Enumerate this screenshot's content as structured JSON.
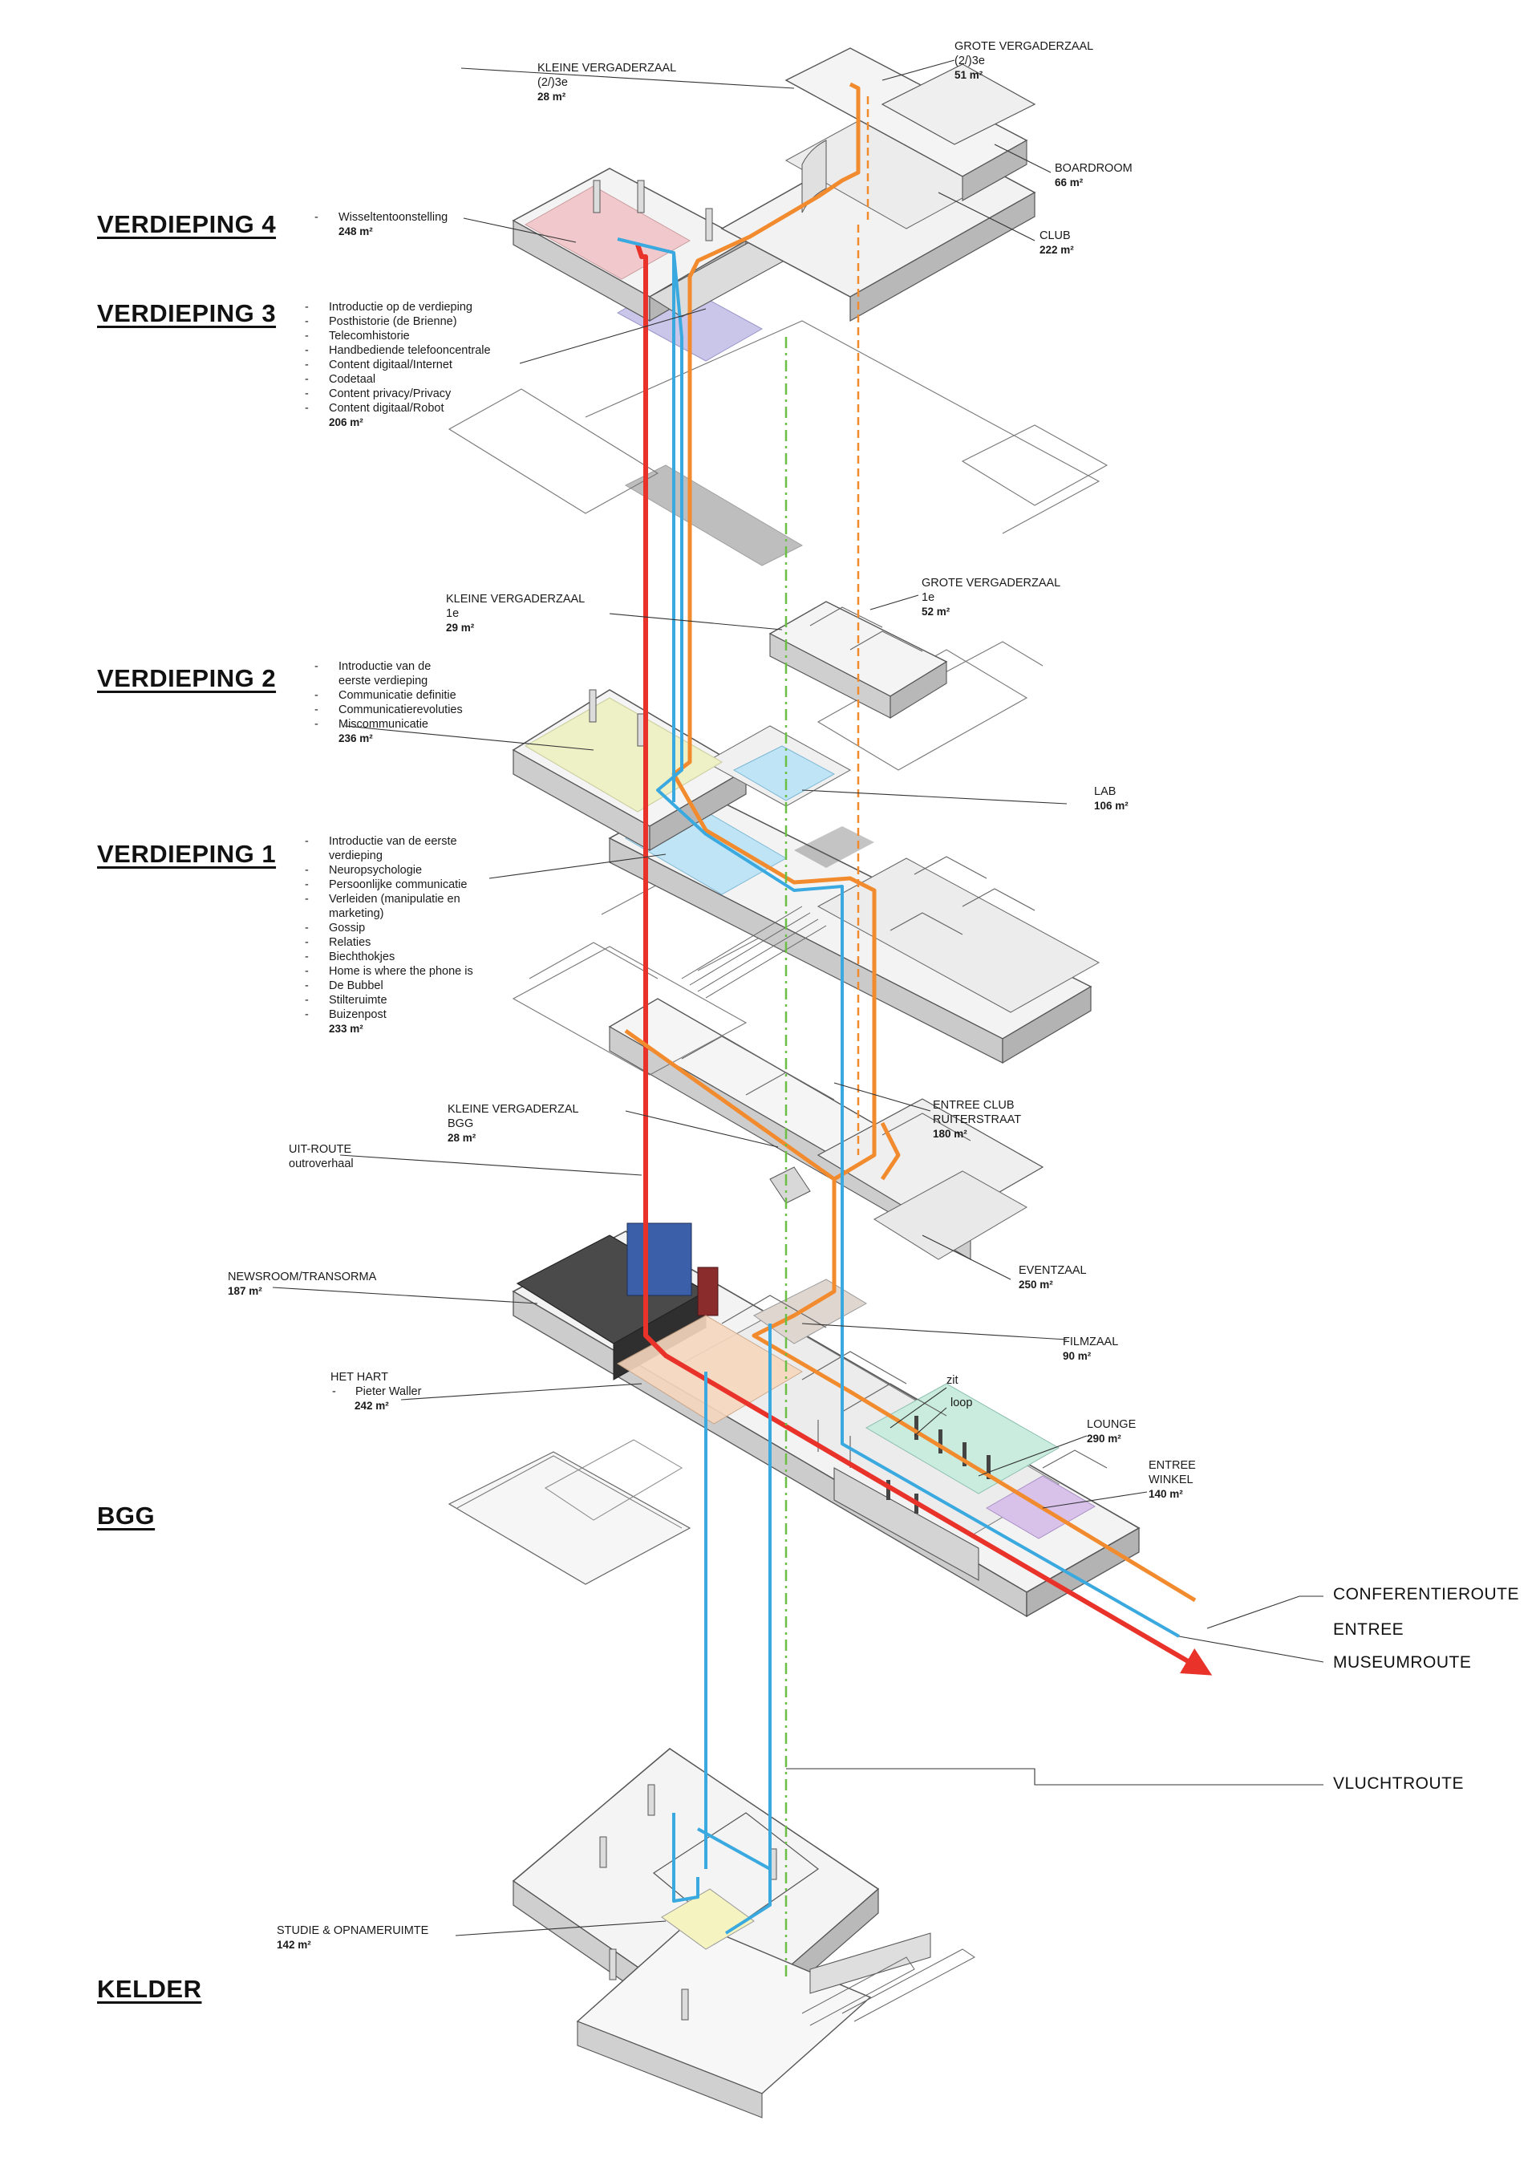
{
  "floors": {
    "v4": "VERDIEPING 4",
    "v3": "VERDIEPING 3",
    "v2": "VERDIEPING 2",
    "v1": "VERDIEPING 1",
    "bgg": "BGG",
    "kelder": "KELDER "
  },
  "rooms": {
    "kleine_vergaderzaal_3e": {
      "name": "KLEINE VERGADERZAAL",
      "sub": "(2/)3e",
      "area": "28 m²"
    },
    "grote_vergaderzaal_3e": {
      "name": "GROTE VERGADERZAAL",
      "sub": "(2/)3e",
      "area": "51 m²"
    },
    "boardroom": {
      "name": "BOARDROOM",
      "area": "66 m²"
    },
    "club": {
      "name": "CLUB",
      "area": "222 m²"
    },
    "kleine_vergaderzaal_1e": {
      "name": "KLEINE VERGADERZAAL",
      "sub": "1e",
      "area": "29 m²"
    },
    "grote_vergaderzaal_1e": {
      "name": "GROTE VERGADERZAAL",
      "sub": "1e",
      "area": "52 m²"
    },
    "lab": {
      "name": "LAB",
      "area": "106 m²"
    },
    "kleine_vergaderzaal_bgg": {
      "name": "KLEINE VERGADERZAL",
      "sub": "BGG",
      "area": "28 m²"
    },
    "entree_club": {
      "name": "ENTREE CLUB",
      "sub": "RUITERSTRAAT",
      "area": "180 m²"
    },
    "uit_route": {
      "name": "UIT-ROUTE",
      "sub": "outroverhaal"
    },
    "eventzaal": {
      "name": "EVENTZAAL",
      "area": "250 m²"
    },
    "newsroom": {
      "name": "NEWSROOM/TRANSORMA",
      "area": "187 m²"
    },
    "filmzaal": {
      "name": "FILMZAAL",
      "area": "90 m²"
    },
    "het_hart": {
      "name": "HET HART",
      "bullet": "Pieter Waller",
      "area": "242 m²"
    },
    "lounge": {
      "name": "LOUNGE",
      "area": "290 m²"
    },
    "zit": "zit",
    "loop": "loop",
    "entree_winkel": {
      "name": "ENTREE",
      "sub": "WINKEL",
      "area": "140 m²"
    },
    "studie": {
      "name": "STUDIE & OPNAMERUIMTE",
      "area": "142 m²"
    }
  },
  "exhibits": {
    "v4": {
      "items": [
        "Wisseltentoonstelling"
      ],
      "area": "248 m²"
    },
    "v3": {
      "items": [
        "Introductie op de verdieping",
        "Posthistorie (de Brienne)",
        "Telecomhistorie",
        "Handbediende telefooncentrale",
        "Content digitaal/Internet",
        "Codetaal",
        "Content privacy/Privacy",
        "Content digitaal/Robot"
      ],
      "area": "206 m²"
    },
    "v2": {
      "items": [
        "Introductie van de",
        "eerste verdieping",
        "Communicatie definitie",
        "Communicatierevoluties",
        "Miscommunicatie"
      ],
      "area": "236 m²"
    },
    "v1": {
      "items": [
        "Introductie van de eerste",
        "verdieping",
        "Neuropsychologie",
        "Persoonlijke communicatie",
        "Verleiden (manipulatie en",
        "marketing)",
        "Gossip",
        "Relaties",
        "Biechthokjes",
        "Home is where the phone is",
        "De Bubbel",
        "Stilteruimte",
        "Buizenpost"
      ],
      "area": "233 m²"
    }
  },
  "routes": {
    "conferentie": "CONFERENTIEROUTE",
    "entree": "ENTREE",
    "museum": "MUSEUMROUTE",
    "vlucht": "VLUCHTROUTE"
  },
  "colors": {
    "museum_route": "#e8322a",
    "conference_route": "#f28a2e",
    "blue_route": "#3aa9e0",
    "escape_route": "#6cbf45",
    "wall": "#c9c9c9",
    "wall_dark": "#a8a8a8",
    "floor": "#efefef",
    "zone_pink": "#f1c9cc",
    "zone_lavender": "#c9c6ea",
    "zone_yellow": "#eef0c6",
    "zone_cyan": "#bfe4f5",
    "zone_peach": "#f7d7bd",
    "zone_mint": "#c9ecdf",
    "zone_purple": "#d8c2ea",
    "zone_lightyellow": "#f5f3bf"
  }
}
